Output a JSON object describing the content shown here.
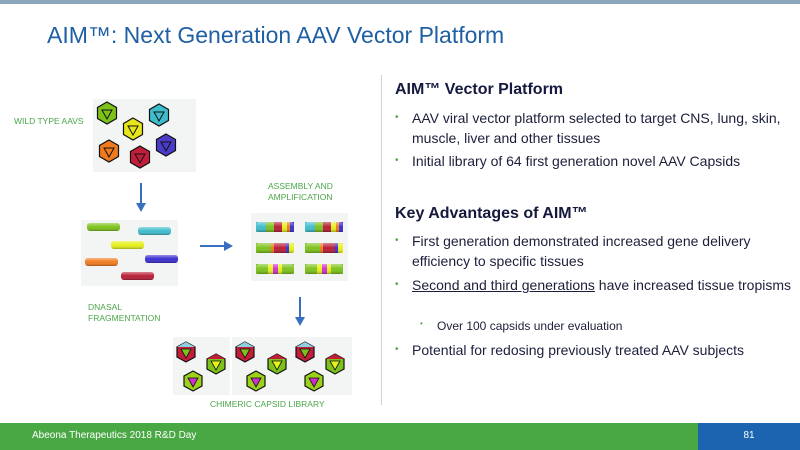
{
  "slide": {
    "title": "AIM™: Next Generation AAV Vector Platform"
  },
  "diagram": {
    "labels": {
      "wild_type": "WILD TYPE AAVS",
      "assembly_line1": "ASSEMBLY AND",
      "assembly_line2": "AMPLIFICATION",
      "dnasal_line1": "DNASAL",
      "dnasal_line2": "FRAGMENTATION",
      "chimeric": "CHIMERIC CAPSID LIBRARY"
    },
    "wild_type_capsids": [
      {
        "name": "green",
        "color": "#7cc21a"
      },
      {
        "name": "yellow",
        "color": "#e6e61a"
      },
      {
        "name": "cyan",
        "color": "#3fbccc"
      },
      {
        "name": "orange",
        "color": "#f07a1e"
      },
      {
        "name": "red",
        "color": "#c21e3a"
      },
      {
        "name": "purple",
        "color": "#4a3cc8"
      }
    ],
    "fragments": [
      {
        "name": "green",
        "color": "#7cc21a"
      },
      {
        "name": "cyan",
        "color": "#3fbccc"
      },
      {
        "name": "yellow",
        "color": "#e6f01a"
      },
      {
        "name": "orange",
        "color": "#f07a1e"
      },
      {
        "name": "purple",
        "color": "#3a2ed0"
      },
      {
        "name": "red",
        "color": "#b81e36"
      }
    ]
  },
  "sections": [
    {
      "heading": "AIM™ Vector Platform",
      "bullets": [
        {
          "text": "AAV viral vector platform selected to target CNS, lung, skin, muscle, liver and other tissues"
        },
        {
          "text": "Initial library of 64 first generation novel AAV Capsids"
        }
      ]
    },
    {
      "heading": "Key Advantages of AIM™",
      "bullets": [
        {
          "text": "First generation demonstrated increased gene delivery efficiency to specific tissues"
        },
        {
          "underlined": "Second and third generations",
          "text": " have increased tissue tropisms",
          "sub": [
            "Over 100 capsids under evaluation"
          ]
        },
        {
          "text": "Potential for redosing previously treated AAV subjects"
        }
      ]
    }
  ],
  "footer": {
    "text": "Abeona Therapeutics 2018 R&D Day",
    "page": "81"
  },
  "colors": {
    "title_blue": "#1f5fa3",
    "footer_green": "#4aa844",
    "page_blue": "#1c64b0",
    "label_green": "#4aa648"
  }
}
